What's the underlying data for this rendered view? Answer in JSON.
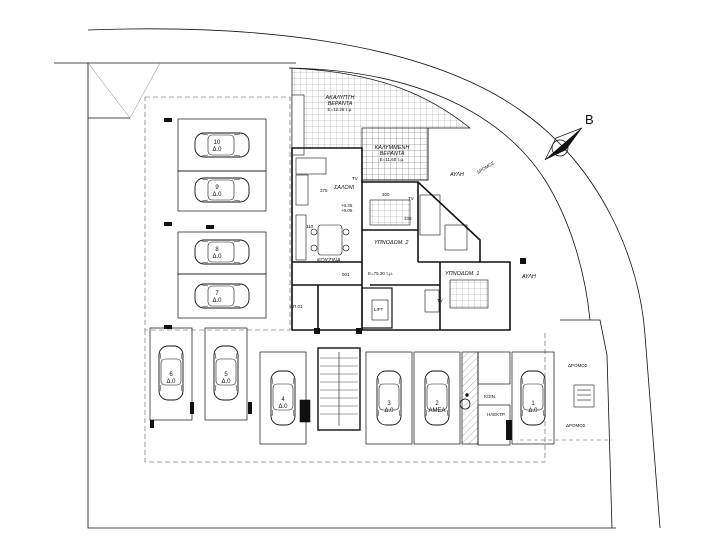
{
  "plan": {
    "compass_letter": "B",
    "rooms": {
      "uncovered_veranda_1": "ΑΚΑΛΥΠΤΗ",
      "uncovered_veranda_2": "ΒΕΡΑΝΤΑ",
      "uncovered_veranda_area": "Ε=12.25 τ.μ.",
      "covered_veranda_1": "ΚΑΛΥΜΜΕΝΗ",
      "covered_veranda_2": "ΒΕΡΑΝΤΑ",
      "covered_veranda_area": "Ε=11.60 τ.μ.",
      "saloni": "ΣΑΛΟΝΙ",
      "kouzina": "ΚΟΥΖΙΝΑ",
      "bedroom2": "ΥΠΝΟΔΩΜ. 2",
      "bedroom1": "ΥΠΝΟΔΩΜ. 1",
      "yard_1": "ΑΥΛΗ",
      "yard_2": "ΑΥΛΗ",
      "lift": "LIFT",
      "ap01": "ΑΠ.01",
      "apartment_area": "Ε=75.30 τ.μ.",
      "koin": "ΚΟΙΝ.",
      "hlektr": "ΗΛΕΚΤΡ.",
      "door_001": "001"
    },
    "dimensions": {
      "d375": "375",
      "d300": "300",
      "d330": "330",
      "d110": "110",
      "level_1": "+0.25",
      "level_2": "+0.05",
      "tv1": "TV",
      "tv2": "TV",
      "tv3": "TV"
    },
    "roads": {
      "road_top": "ΔΡΟΜΟΣ",
      "road_bottom_1": "ΔΡΟΜΟΣ",
      "road_bottom_2": "ΔΡΟΜΟΣ"
    },
    "parking": [
      {
        "num": "10",
        "code": "Δ.0"
      },
      {
        "num": "9",
        "code": "Δ.0"
      },
      {
        "num": "8",
        "code": "Δ.0"
      },
      {
        "num": "7",
        "code": "Δ.0"
      },
      {
        "num": "6",
        "code": "Δ.0"
      },
      {
        "num": "5",
        "code": "Δ.0"
      },
      {
        "num": "4",
        "code": "Δ.0"
      },
      {
        "num": "3",
        "code": "Δ.0"
      },
      {
        "num": "2",
        "code": "ΑΜΕΑ"
      },
      {
        "num": "1",
        "code": "Δ.0"
      }
    ],
    "colors": {
      "line": "#111111",
      "hatch": "#555555",
      "light": "#999999"
    }
  }
}
